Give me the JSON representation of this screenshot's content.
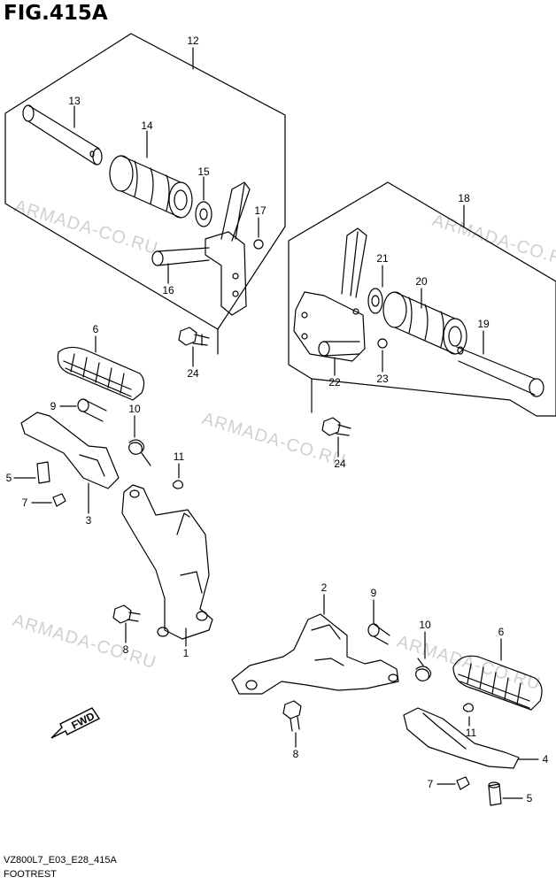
{
  "figure_title": "FIG.415A",
  "footer": {
    "model_code": "VZ800L7_E03_E28_415A",
    "section_name": "FOOTREST"
  },
  "watermark_text": "ARMADA-CO.RU",
  "fwd_label": "FWD",
  "callouts": {
    "c1": "1",
    "c2": "2",
    "c3": "3",
    "c4": "4",
    "c5a": "5",
    "c5b": "5",
    "c6a": "6",
    "c6b": "6",
    "c7a": "7",
    "c7b": "7",
    "c8a": "8",
    "c8b": "8",
    "c9a": "9",
    "c9b": "9",
    "c10a": "10",
    "c10b": "10",
    "c11a": "11",
    "c11b": "11",
    "c12": "12",
    "c13": "13",
    "c14": "14",
    "c15": "15",
    "c16": "16",
    "c17": "17",
    "c18": "18",
    "c19": "19",
    "c20": "20",
    "c21": "21",
    "c22": "22",
    "c23": "23",
    "c24a": "24",
    "c24b": "24"
  },
  "colors": {
    "line": "#000000",
    "watermark": "#969696",
    "background": "#ffffff"
  }
}
